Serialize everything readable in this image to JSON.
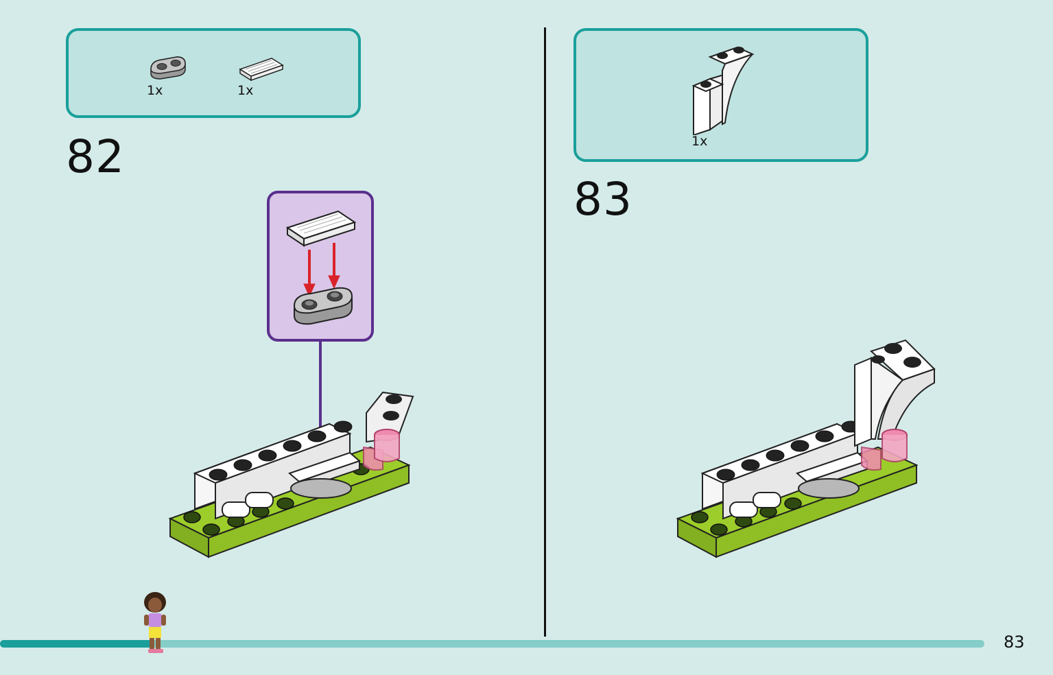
{
  "page": {
    "number": "83",
    "progress_fraction": 0.155
  },
  "step82": {
    "number": "82",
    "parts": [
      {
        "icon": "gray-2x1-rounded-plate-icon",
        "qty": "1x"
      },
      {
        "icon": "white-1x2-grille-tile-icon",
        "qty": "1x"
      }
    ]
  },
  "step83": {
    "number": "83",
    "parts": [
      {
        "icon": "white-arch-brick-icon",
        "qty": "1x"
      }
    ]
  },
  "colors": {
    "background": "#d5ebe9",
    "parts_box_border": "#1a9f9b",
    "parts_box_fill": "#bfe3e0",
    "subassembly_border": "#5b2f8d",
    "subassembly_fill": "#d9c6e8",
    "arrow_red": "#d8232a",
    "lime_plate": "#9ccd2a",
    "trans_pink": "#f08bb0"
  }
}
